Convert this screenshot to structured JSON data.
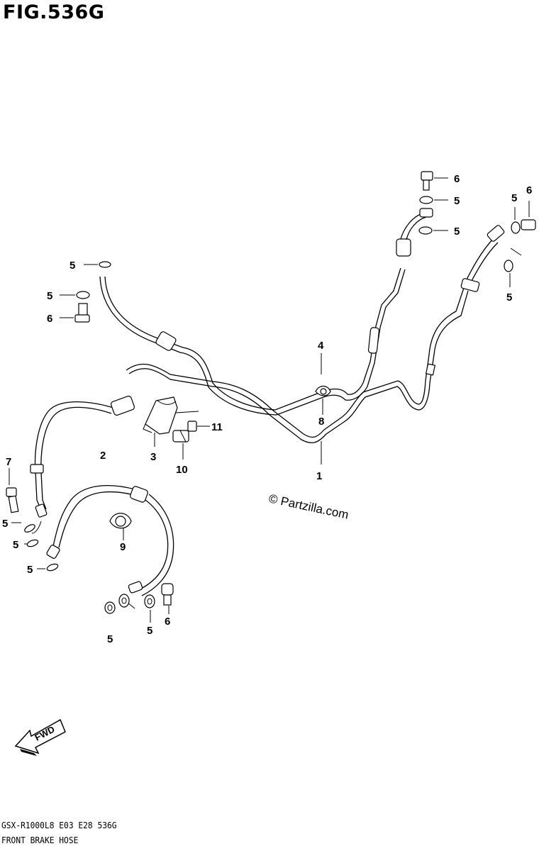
{
  "figure": {
    "title": "FIG.536G",
    "model_code": "GSX-R1000L8  E03  E28  536G",
    "caption": "FRONT BRAKE HOSE",
    "copyright": "© Partzilla.com",
    "direction_label": "FWD"
  },
  "callouts": [
    {
      "id": "c6a",
      "label": "6"
    },
    {
      "id": "c5a",
      "label": "5"
    },
    {
      "id": "c5b",
      "label": "5"
    },
    {
      "id": "c5c",
      "label": "5"
    },
    {
      "id": "c6b",
      "label": "6"
    },
    {
      "id": "c5d",
      "label": "5"
    },
    {
      "id": "c5e",
      "label": "5"
    },
    {
      "id": "c5f",
      "label": "5"
    },
    {
      "id": "c6c",
      "label": "6"
    },
    {
      "id": "c4",
      "label": "4"
    },
    {
      "id": "c8",
      "label": "8"
    },
    {
      "id": "c11",
      "label": "11"
    },
    {
      "id": "c2",
      "label": "2"
    },
    {
      "id": "c3",
      "label": "3"
    },
    {
      "id": "c10",
      "label": "10"
    },
    {
      "id": "c1",
      "label": "1"
    },
    {
      "id": "c7",
      "label": "7"
    },
    {
      "id": "c5g",
      "label": "5"
    },
    {
      "id": "c5h",
      "label": "5"
    },
    {
      "id": "c5i",
      "label": "5"
    },
    {
      "id": "c9",
      "label": "9"
    },
    {
      "id": "c5j",
      "label": "5"
    },
    {
      "id": "c6d",
      "label": "6"
    },
    {
      "id": "c5k",
      "label": "5"
    }
  ]
}
